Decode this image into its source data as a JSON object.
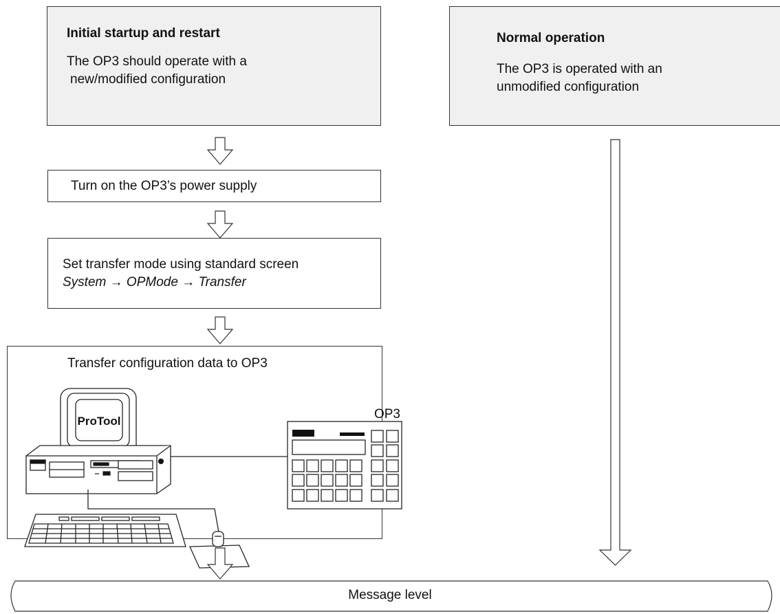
{
  "startup_box": {
    "title": "Initial startup and restart",
    "line1": "The OP3 should operate with a",
    "line2": "new/modified configuration"
  },
  "normal_box": {
    "title": "Normal operation",
    "line1": "The OP3 is operated with an",
    "line2": "unmodified configuration"
  },
  "step_power": {
    "text": "Turn on the OP3’s power supply"
  },
  "step_transfer_mode": {
    "line1": "Set transfer mode using standard screen",
    "path": [
      "System",
      "OPMode",
      "Transfer"
    ],
    "separator": "→"
  },
  "step_transfer_data": {
    "title": "Transfer configuration data to OP3",
    "pc_screen_label": "ProTool",
    "device_label": "OP3"
  },
  "message_level": {
    "label": "Message level"
  }
}
